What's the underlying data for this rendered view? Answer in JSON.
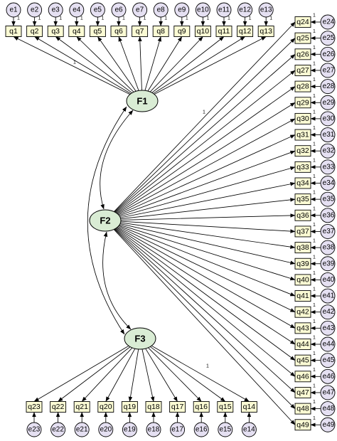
{
  "diagram": {
    "factors": [
      "F1",
      "F2",
      "F3"
    ],
    "top_items": [
      "q1",
      "q2",
      "q3",
      "q4",
      "q5",
      "q6",
      "q7",
      "q8",
      "q9",
      "q10",
      "q11",
      "q12",
      "q13"
    ],
    "top_errors": [
      "e1",
      "e2",
      "e3",
      "e4",
      "e5",
      "e6",
      "e7",
      "e8",
      "e9",
      "e10",
      "e11",
      "e12",
      "e13"
    ],
    "right_items": [
      "q24",
      "q25",
      "q26",
      "q27",
      "q28",
      "q29",
      "q30",
      "q31",
      "q32",
      "q33",
      "q34",
      "q35",
      "q36",
      "q37",
      "q38",
      "q39",
      "q40",
      "q41",
      "q42",
      "q43",
      "q44",
      "q45",
      "q46",
      "q47",
      "q48",
      "q49"
    ],
    "right_errors": [
      "e24",
      "e25",
      "e26",
      "e27",
      "e28",
      "e29",
      "e30",
      "e31",
      "e32",
      "e33",
      "e34",
      "e35",
      "e36",
      "e37",
      "e38",
      "e39",
      "e40",
      "e41",
      "e42",
      "e43",
      "e44",
      "e45",
      "e46",
      "e47",
      "e48",
      "e49"
    ],
    "bottom_items": [
      "q23",
      "q22",
      "q21",
      "q20",
      "q19",
      "q18",
      "q17",
      "q16",
      "q15",
      "q14"
    ],
    "bottom_errors": [
      "e23",
      "e22",
      "e21",
      "e20",
      "e19",
      "e18",
      "e17",
      "e16",
      "e15",
      "e14"
    ],
    "fixed_weight_label": "1"
  }
}
